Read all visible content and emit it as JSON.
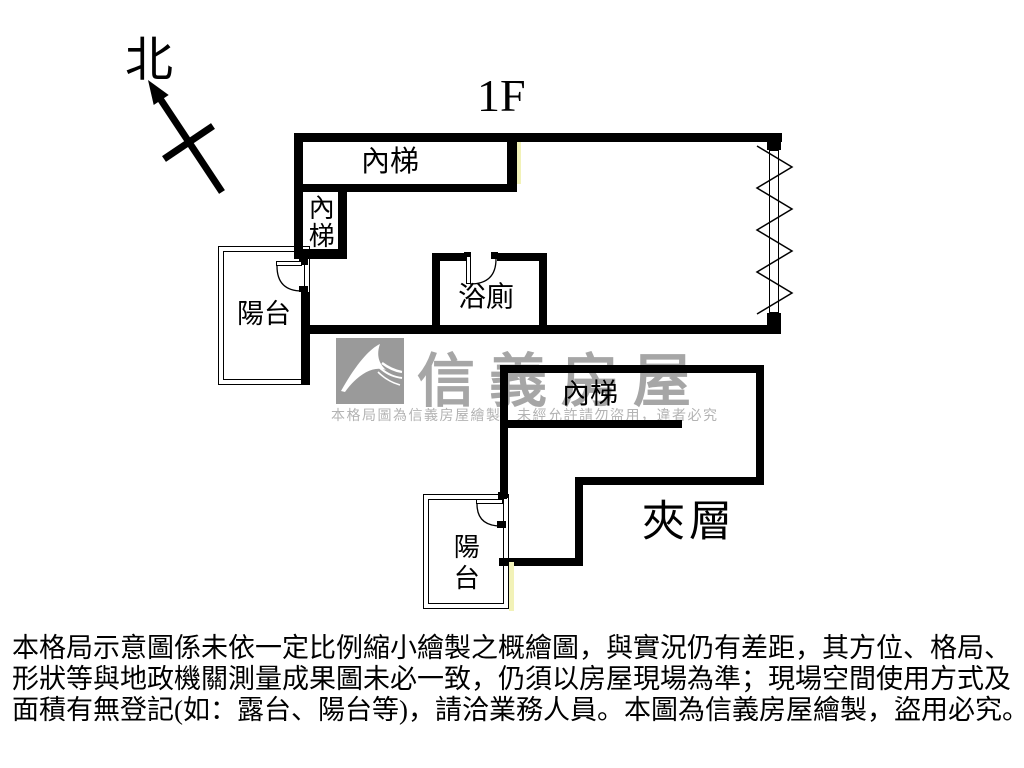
{
  "compass": {
    "label": "北"
  },
  "f1": {
    "title": "1F",
    "stairs_main": "內梯",
    "stairs_small": "內梯",
    "balcony": "陽台",
    "bathroom": "浴廁"
  },
  "mezzanine": {
    "title": "夾層",
    "stairs": "內梯",
    "balcony": "陽台"
  },
  "watermark": {
    "brand": "信義房屋",
    "notice": "本格局圖為信義房屋繪製，未經允許請勿盜用，違者必究"
  },
  "disclaimer": [
    "本格局示意圖係未依一定比例縮小繪製之概繪圖，與實況仍有差距，其方位、格局、",
    "形狀等與地政機關測量成果圖未必一致，仍須以房屋現場為準；現場空間使用方式及",
    "面積有無登記(如：露台、陽台等)，請洽業務人員。本圖為信義房屋繪製，盜用必究。"
  ],
  "colors": {
    "wall": "#000000",
    "watermark": "#a6a6a6",
    "watermark-notice": "#b3b3b3",
    "highlight": "#f2f2b8",
    "logo-bg": "#9a9a9a"
  }
}
